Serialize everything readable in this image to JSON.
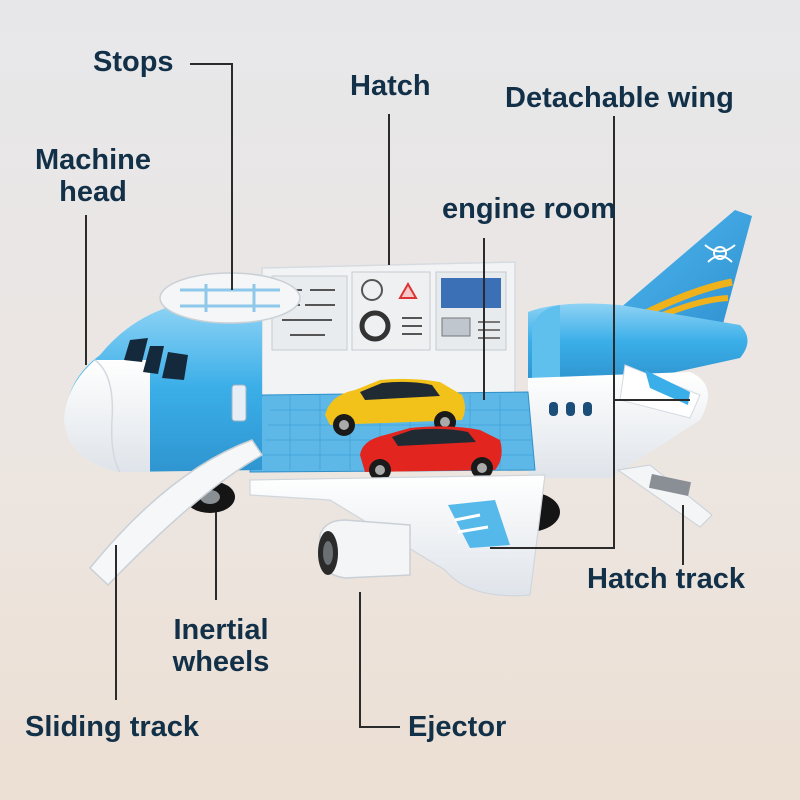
{
  "labels": {
    "stops": "Stops",
    "hatch": "Hatch",
    "detachable_wing": "Detachable wing",
    "machine_head_line1": "Machine",
    "machine_head_line2": "head",
    "engine_room": "engine room",
    "hatch_track": "Hatch track",
    "inertial_wheels_line1": "Inertial",
    "inertial_wheels_line2": "wheels",
    "sliding_track": "Sliding track",
    "ejector": "Ejector"
  },
  "colors": {
    "label_text": "#123048",
    "leader_line": "#2b2b2b",
    "plane_blue": "#3aaee8",
    "plane_white": "#f7f9fb",
    "cargo_floor": "#5db8e8",
    "car_yellow": "#f2c21b",
    "car_red": "#e2261f",
    "tail_stripe": "#f0b21a"
  }
}
